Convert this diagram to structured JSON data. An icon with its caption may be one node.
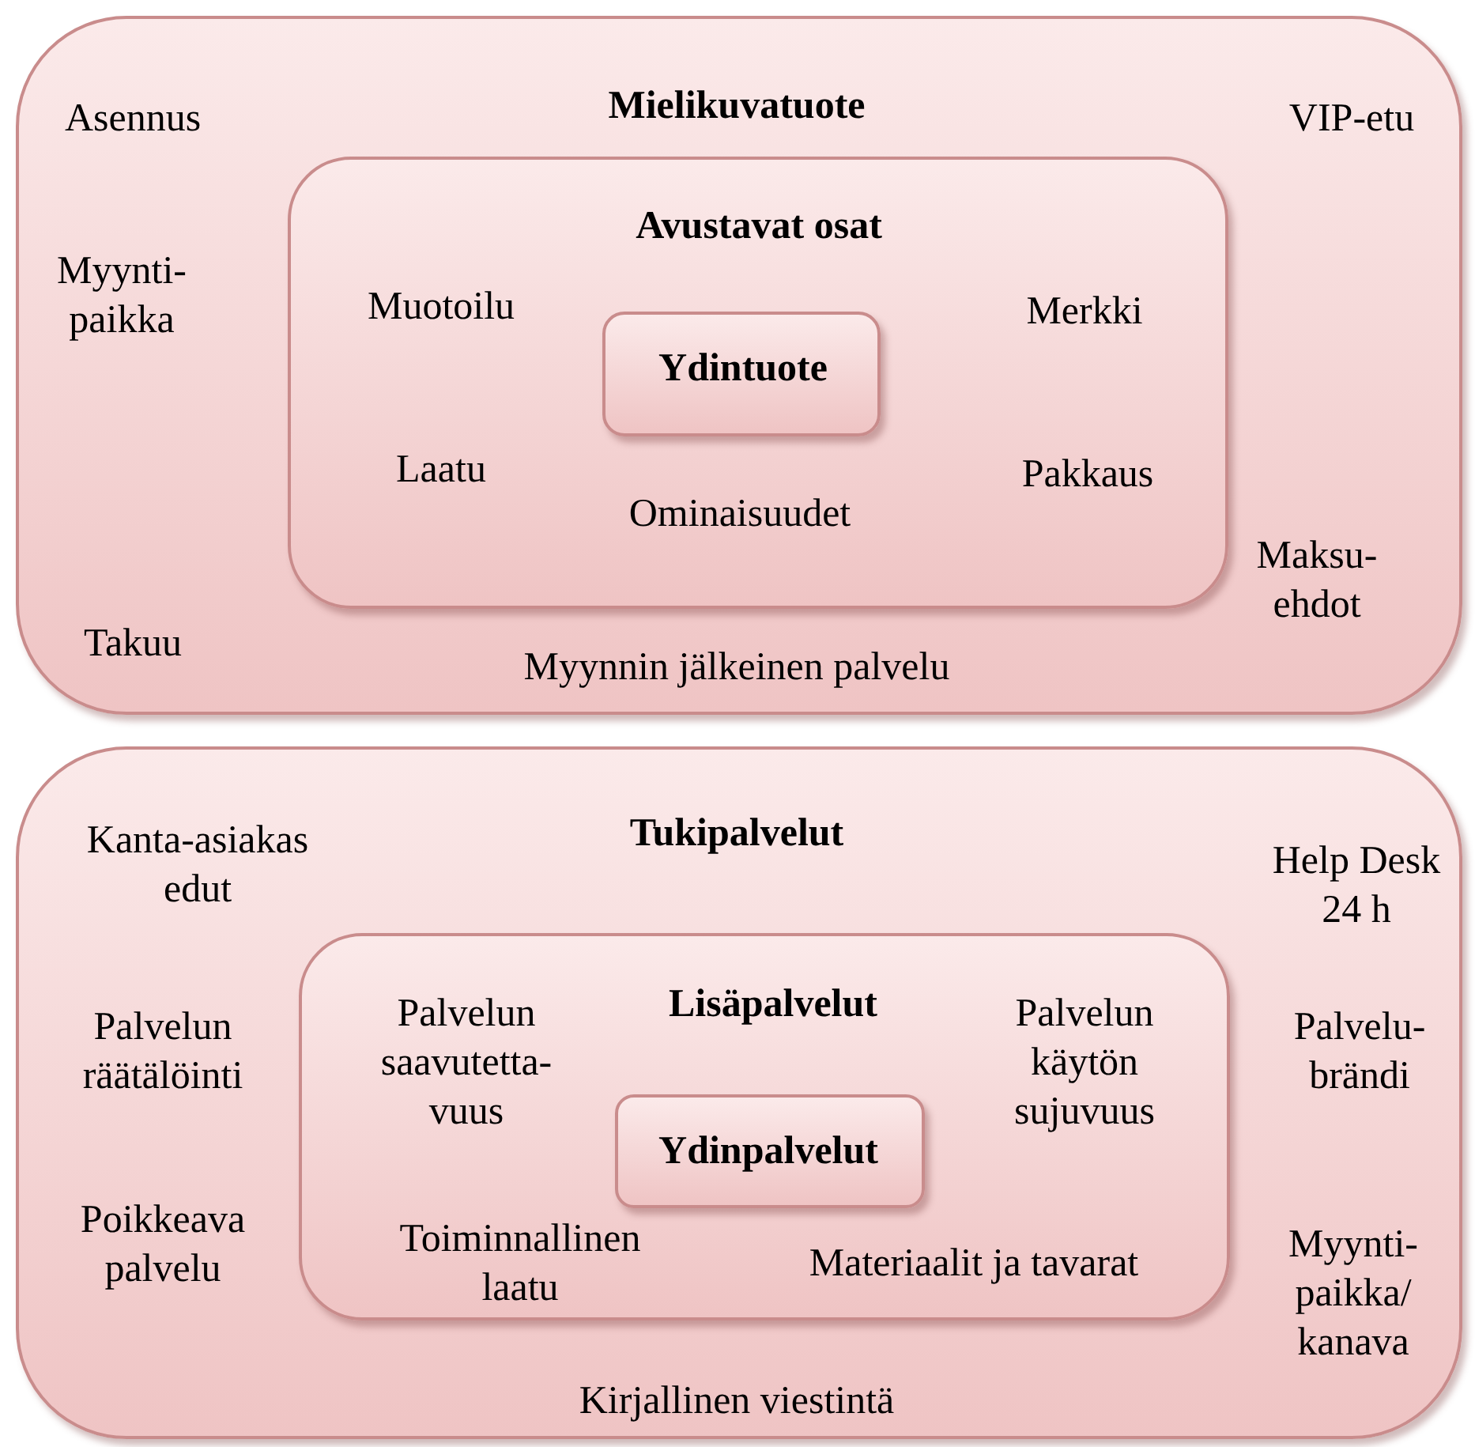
{
  "diagram": {
    "nodes": [
      {
        "text": [
          "Mielikuvatuote",
          "Asennus",
          "VIP-etu",
          "Myynti- paikka",
          "Maksu- ehdot",
          "Takuu",
          "Myynnin jälkeinen palvelu"
        ]
      },
      {
        "text": [
          "Avustavat osat",
          "Muotoilu",
          "Merkki",
          "Laatu",
          "Pakkaus",
          "Ominaisuudet"
        ],
        "in": 0
      },
      {
        "text": [
          "Ydintuote"
        ],
        "in": 1
      },
      {
        "text": [
          "Tukipalvelut",
          "Kanta-asiakas edut",
          "Help Desk 24 h",
          "Palvelun räätälöinti",
          "Palvelu- brändi",
          "Poikkeava palvelu",
          "Myynti- paikka/ kanava",
          "Kirjallinen viestintä"
        ]
      },
      {
        "text": [
          "Lisäpalvelut",
          "Palvelun saavutetta- vuus",
          "Palvelun käytön sujuvuus",
          "Toiminnallinen laatu",
          "Materiaalit ja tavarat"
        ],
        "in": 3
      },
      {
        "text": [
          "Ydinpalvelut"
        ],
        "in": 4
      }
    ]
  }
}
